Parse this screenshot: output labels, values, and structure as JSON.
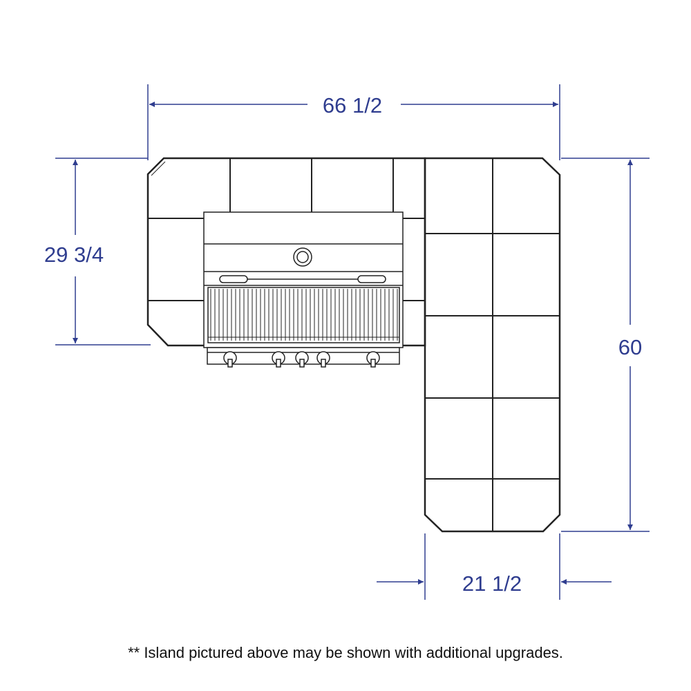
{
  "dimensions": {
    "overall_width": "66 1/2",
    "left_depth": "29 3/4",
    "right_length": "60",
    "right_depth": "21 1/2"
  },
  "footnote": "** Island pictured above may be shown with additional upgrades.",
  "colors": {
    "dimension": "#2f3d8f",
    "outline": "#222222"
  }
}
